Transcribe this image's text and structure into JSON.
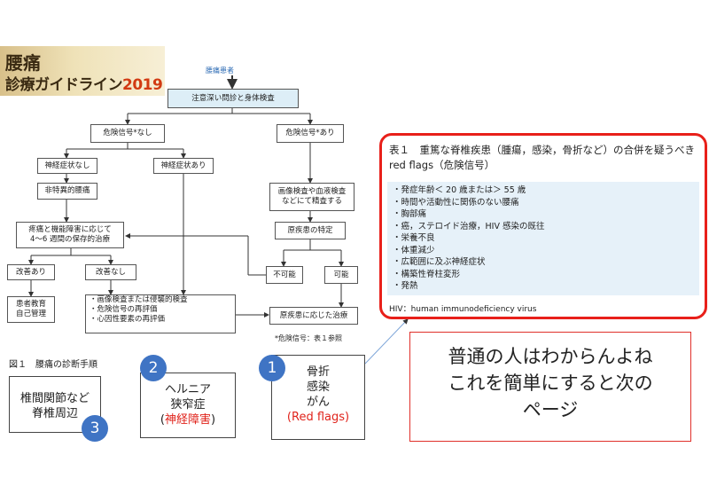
{
  "logo": {
    "line1": "腰痛",
    "line2": "診療ガイドライン",
    "year": "2019"
  },
  "flowchart": {
    "start": "腰痛患者",
    "exam": "注意深い問診と身体検査",
    "no_red_flag": "危険信号*なし",
    "red_flag": "危険信号*あり",
    "no_neuro": "神経症状なし",
    "neuro": "神経症状あり",
    "nonspecific": "非特異的腰痛",
    "conservative": [
      "疼痛と機能障害に応じて",
      "4〜6 週間の保存的治療"
    ],
    "improved": "改善あり",
    "not_improved": "改善なし",
    "education": [
      "患者教育",
      "自己管理"
    ],
    "reeval": [
      "・画像検査または侵襲的検査",
      "・危険信号の再評価",
      "・心因性要素の再評価"
    ],
    "imaging": [
      "画像検査や血液検査",
      "などにて精査する"
    ],
    "identify": "原疾患の特定",
    "impossible": "不可能",
    "possible": "可能",
    "treat": "原疾患に応じた治療",
    "footnote": "*危険信号：表１参照",
    "caption": "図１　腰痛の診断手順"
  },
  "table": {
    "title": "表１　重篤な脊椎疾患（腫瘍，感染，骨折など）の合併を疑うべき red flags（危険信号）",
    "items": [
      "・発症年齢＜ 20 歳または＞ 55 歳",
      "・時間や活動性に関係のない腰痛",
      "・胸部痛",
      "・癌，ステロイド治療，HIV 感染の既往",
      "・栄養不良",
      "・体重減少",
      "・広範囲に及ぶ神経症状",
      "・構築性脊柱変形",
      "・発熱"
    ],
    "note": "HIV：human immunodeficiency virus"
  },
  "comment": {
    "lines": [
      "普通の人はわからんよね",
      "これを簡単にすると次の",
      "ページ"
    ]
  },
  "cards": [
    {
      "badge": "1",
      "lines": [
        "骨折",
        "感染",
        "がん"
      ],
      "red": "(Red flags)"
    },
    {
      "badge": "2",
      "lines": [
        "ヘルニア",
        "狭窄症"
      ],
      "red_prefix": "(",
      "red": "神経障害",
      "red_suffix": ")"
    },
    {
      "badge": "3",
      "lines": [
        "椎間関節など",
        "脊椎周辺"
      ]
    }
  ],
  "colors": {
    "accent_red": "#e8201a",
    "badge_blue": "#3f74c4",
    "shade": "#ddeef7"
  }
}
